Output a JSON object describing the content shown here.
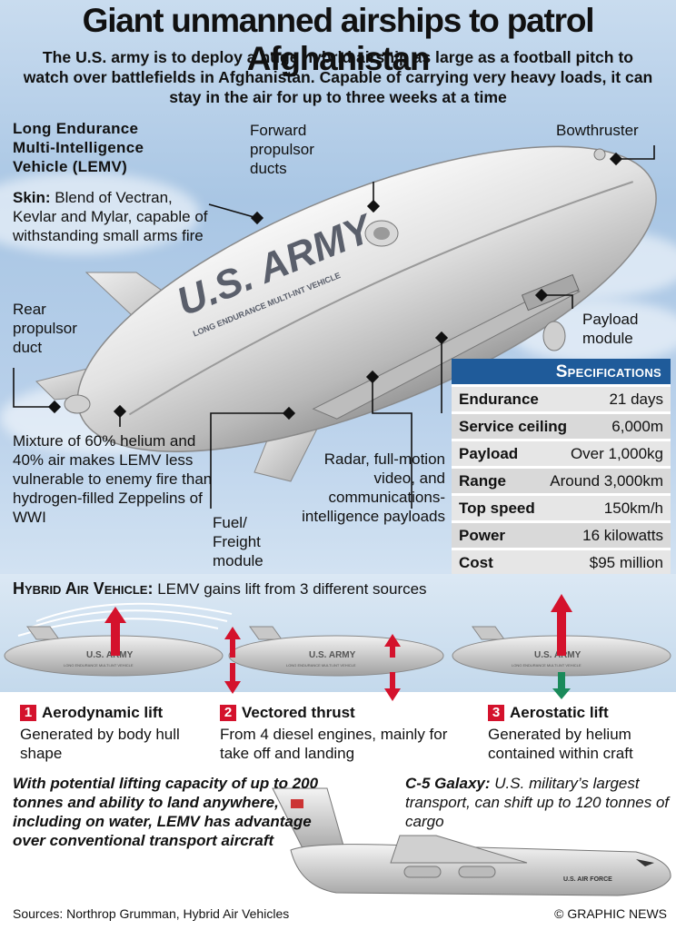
{
  "title": "Giant unmanned airships to patrol Afghanistan",
  "intro": "The U.S. army is to deploy a huge hybrid airship as large as a football pitch to watch over battlefields in Afghanistan. Capable of carrying very heavy loads, it can stay in the air for up to three weeks at a time",
  "vehicle_name": {
    "line1": "Long Endurance",
    "line2": "Multi-Intelligence",
    "line3": "Vehicle (LEMV)"
  },
  "hull_text": {
    "main": "U.S. ARMY",
    "sub": "LONG ENDURANCE MULTI-INT VEHICLE"
  },
  "labels": {
    "skin_key": "Skin:",
    "skin_text": "Blend of Vectran, Kevlar and Mylar, capable of withstanding small arms fire",
    "forward_ducts": "Forward propulsor ducts",
    "bowthruster": "Bowthruster",
    "rear_duct": "Rear propulsor duct",
    "payload_module": "Payload module",
    "mixture": "Mixture of 60% helium and 40% air makes LEMV less vulnerable to enemy fire than hydrogen-filled Zeppelins of WWI",
    "fuel_module": "Fuel/ Freight module",
    "radar": "Radar, full-motion video, and communications-intelligence payloads"
  },
  "specifications": {
    "heading": "Specifications",
    "rows": [
      {
        "key": "Endurance",
        "value": "21 days"
      },
      {
        "key": "Service ceiling",
        "value": "6,000m"
      },
      {
        "key": "Payload",
        "value": "Over 1,000kg"
      },
      {
        "key": "Range",
        "value": "Around 3,000km"
      },
      {
        "key": "Top speed",
        "value": "150km/h"
      },
      {
        "key": "Power",
        "value": "16 kilowatts"
      },
      {
        "key": "Cost",
        "value": "$95 million"
      }
    ]
  },
  "hybrid": {
    "heading": "Hybrid Air Vehicle:",
    "subheading": "LEMV gains lift from 3 different sources",
    "mini_hull_text": "U.S. ARMY",
    "mini_hull_sub": "LONG ENDURANCE MULTI-INT VEHICLE",
    "sources": [
      {
        "num": "1",
        "title": "Aerodynamic lift",
        "desc": "Generated by body hull shape"
      },
      {
        "num": "2",
        "title": "Vectored thrust",
        "desc": "From 4 diesel engines, mainly for take off and landing"
      },
      {
        "num": "3",
        "title": "Aerostatic lift",
        "desc": "Generated by helium contained within craft"
      }
    ]
  },
  "bottom": {
    "lemv_text": "With potential lifting capacity of up to 200 tonnes and ability to land anywhere, including on water, LEMV has advantage over conventional transport aircraft",
    "c5_key": "C-5 Galaxy:",
    "c5_text": "U.S. military’s largest transport, can shift up to 120 tonnes of cargo",
    "plane_text": "U.S. AIR FORCE",
    "sources": "Sources: Northrop Grumman, Hybrid Air Vehicles",
    "credit": "© GRAPHIC NEWS"
  },
  "colors": {
    "accent_red": "#d4122c",
    "spec_blue": "#1f5b9a",
    "arrow_green": "#1a8a5a"
  }
}
